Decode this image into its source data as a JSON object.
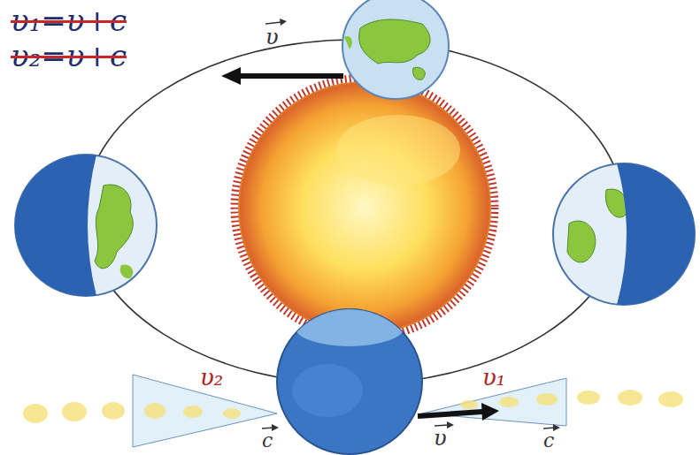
{
  "diagram": {
    "labels": [
      "υ₁=υ+c",
      "υ₂=υ+c",
      "υ",
      "υ₂",
      "υ₁",
      "c",
      "υ",
      "c"
    ]
  }
}
